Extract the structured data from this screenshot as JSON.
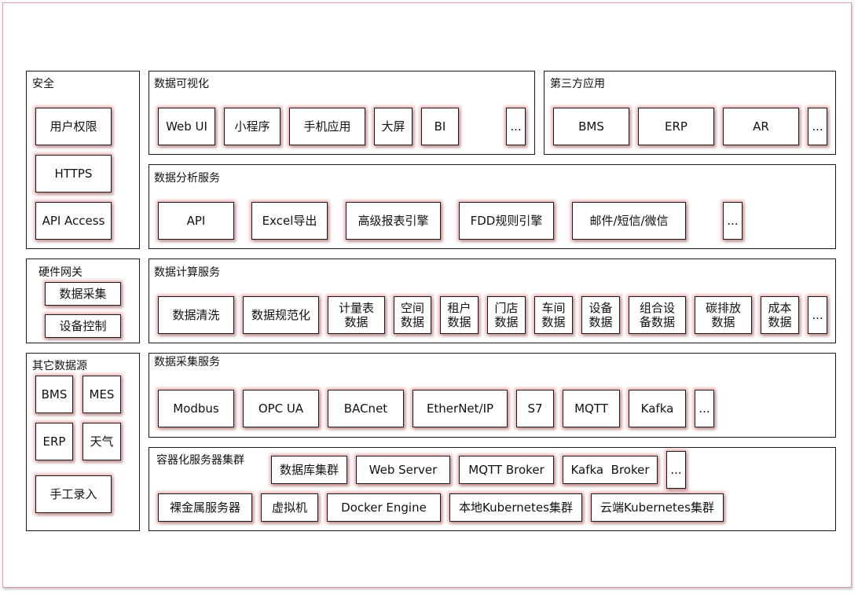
{
  "security": {
    "title": "安全",
    "items": [
      "用户权限",
      "HTTPS",
      "API Access"
    ]
  },
  "gateway": {
    "title": "硬件网关",
    "items": [
      "数据采集",
      "设备控制"
    ]
  },
  "other_sources": {
    "title": "其它数据源",
    "items": [
      "BMS",
      "MES",
      "ERP",
      "天气",
      "手工录入"
    ]
  },
  "visualization": {
    "title": "数据可视化",
    "items": [
      "Web UI",
      "小程序",
      "手机应用",
      "大屏",
      "BI",
      "..."
    ]
  },
  "third_party": {
    "title": "第三方应用",
    "items": [
      "BMS",
      "ERP",
      "AR",
      "..."
    ]
  },
  "analysis": {
    "title": "数据分析服务",
    "items": [
      "API",
      "Excel导出",
      "高级报表引擎",
      "FDD规则引擎",
      "邮件/短信/微信",
      "..."
    ]
  },
  "compute": {
    "title": "数据计算服务",
    "items": [
      "数据清洗",
      "数据规范化",
      "计量表数据",
      "空间数据",
      "租户数据",
      "门店数据",
      "车间数据",
      "设备数据",
      "组合设备数据",
      "碳排放数据",
      "成本数据",
      "..."
    ]
  },
  "collection": {
    "title": "数据采集服务",
    "items": [
      "Modbus",
      "OPC UA",
      "BACnet",
      "EtherNet/IP",
      "S7",
      "MQTT",
      "Kafka",
      "..."
    ]
  },
  "cluster": {
    "title": "容器化服务器集群",
    "row1": [
      "数据库集群",
      "Web Server",
      "MQTT Broker",
      "Kafka  Broker",
      "..."
    ],
    "row2": [
      "裸金属服务器",
      "虚拟机",
      "Docker Engine",
      "本地Kubernetes集群",
      "云端Kubernetes集群"
    ]
  }
}
